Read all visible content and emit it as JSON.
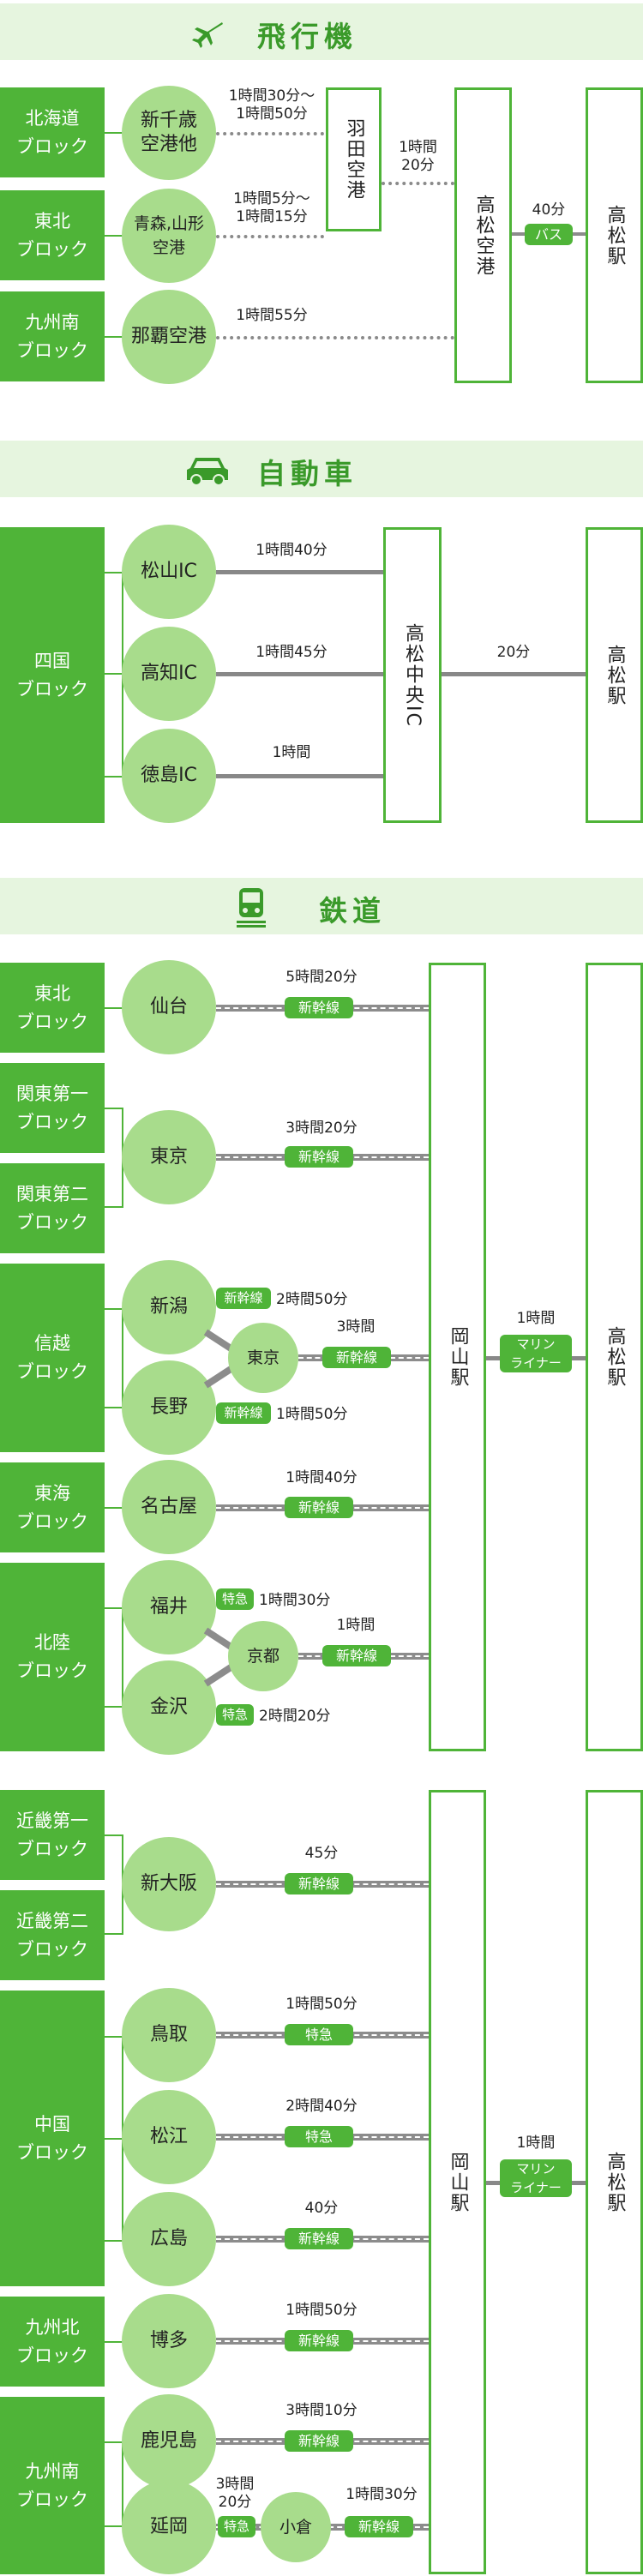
{
  "sections": {
    "plane": "飛行機",
    "car": "自動車",
    "train": "鉄道"
  },
  "plane": {
    "blocks": [
      "北海道\nブロック",
      "東北\nブロック",
      "九州南\nブロック"
    ],
    "airports": [
      "新千歳\n空港他",
      "青森,山形\n空港",
      "那覇空港"
    ],
    "times": [
      "1時間30分～\n1時間50分",
      "1時間5分～\n1時間15分",
      "1時間55分"
    ],
    "haneda": "羽田空港",
    "haneda_time": "1時間\n20分",
    "takamatsu_airport": "高松空港",
    "bus_time": "40分",
    "bus": "バス",
    "station": "高松駅"
  },
  "car": {
    "block": "四国\nブロック",
    "ics": [
      "松山IC",
      "高知IC",
      "徳島IC"
    ],
    "times": [
      "1時間40分",
      "1時間45分",
      "1時間"
    ],
    "central_ic": "高松中央IC",
    "to_station_time": "20分",
    "station": "高松駅"
  },
  "train1": {
    "blocks": [
      "東北\nブロック",
      "関東第一\nブロック",
      "関東第二\nブロック",
      "信越\nブロック",
      "東海\nブロック",
      "北陸\nブロック"
    ],
    "stations": [
      "仙台",
      "東京",
      "新潟",
      "長野",
      "名古屋",
      "福井",
      "金沢"
    ],
    "hubs": [
      "東京",
      "京都"
    ],
    "times": [
      "5時間20分",
      "3時間20分",
      "2時間50分",
      "1時間50分",
      "3時間",
      "1時間40分",
      "1時間30分",
      "2時間20分",
      "1時間"
    ],
    "badges": {
      "shinkansen": "新幹線",
      "tokkyu": "特急"
    },
    "okayama": "岡山駅",
    "marine_time": "1時間",
    "marine": "マリン\nライナー",
    "station": "高松駅"
  },
  "train2": {
    "blocks": [
      "近畿第一\nブロック",
      "近畿第二\nブロック",
      "中国\nブロック",
      "九州北\nブロック",
      "九州南\nブロック"
    ],
    "stations": [
      "新大阪",
      "鳥取",
      "松江",
      "広島",
      "博多",
      "鹿児島",
      "延岡"
    ],
    "hub": "小倉",
    "times": [
      "45分",
      "1時間50分",
      "2時間40分",
      "40分",
      "1時間50分",
      "3時間10分",
      "3時間\n20分",
      "1時間30分"
    ],
    "okayama": "岡山駅",
    "marine_time": "1時間",
    "marine": "マリン\nライナー",
    "station": "高松駅"
  },
  "colors": {
    "green": "#4fb438",
    "light": "#a8dc8c",
    "header_bg": "#e6f5df",
    "line": "#8c8c8c"
  }
}
